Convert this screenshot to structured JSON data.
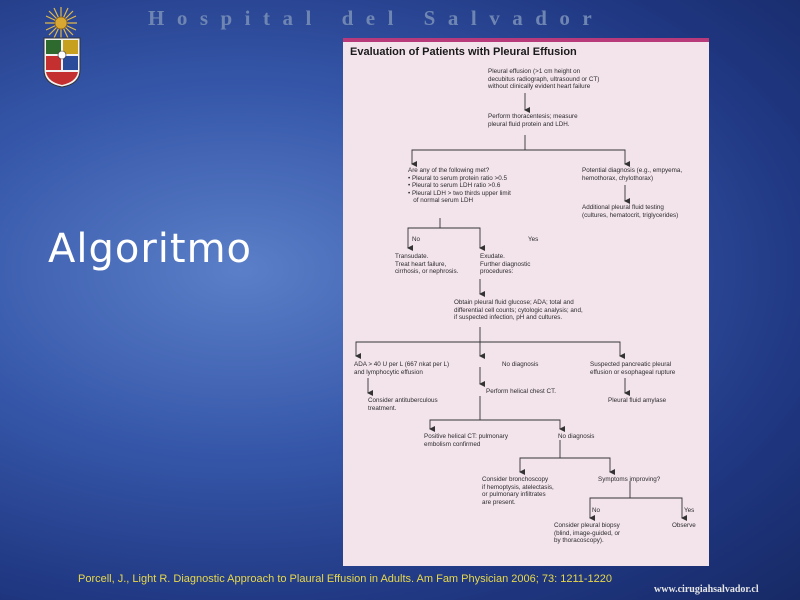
{
  "header": {
    "title": "Hospital del Salvador"
  },
  "slide": {
    "title": "Algoritmo"
  },
  "flowchart": {
    "title": "Evaluation of Patients with Pleural Effusion",
    "start": [
      "Pleural effusion (>1 cm height on",
      "decubitus radiograph, ultrasound or CT)",
      "without clinically evident heart failure"
    ],
    "thoracentesis": [
      "Perform thoracentesis; measure",
      "pleural fluid protein and LDH."
    ],
    "criteria": [
      "Are any of the following met?",
      "• Pleural to serum protein ratio >0.5",
      "• Pleural to serum LDH ratio >0.6",
      "• Pleural LDH > two thirds upper limit",
      "   of normal serum LDH"
    ],
    "potential": [
      "Potential diagnosis (e.g., empyema,",
      "hemothorax, chylothorax)"
    ],
    "additional": [
      "Additional pleural fluid testing",
      "(cultures, hematocrit, triglycerides)"
    ],
    "no_label": "No",
    "yes_label": "Yes",
    "transudate": [
      "Transudate.",
      "Treat heart failure,",
      "cirrhosis, or nephrosis."
    ],
    "exudate": [
      "Exudate.",
      "Further diagnostic",
      "procedures:"
    ],
    "glucose": [
      "Obtain pleural fluid glucose; ADA; total and",
      "differential cell counts; cytologic analysis; and,",
      "if suspected infection, pH and cultures."
    ],
    "ada": [
      "ADA > 40 U per L (667 nkat per L)",
      "and lymphocytic effusion"
    ],
    "no_diagnosis": "No diagnosis",
    "pancreatic": [
      "Suspected pancreatic pleural",
      "effusion or esophageal rupture"
    ],
    "antituberculous": [
      "Consider antituberculous",
      "treatment."
    ],
    "helical_ct": "Perform helical chest CT.",
    "amylase": "Pleural fluid amylase",
    "embolism": [
      "Positive helical CT: pulmonary",
      "embolism confirmed"
    ],
    "no_diagnosis_2": "No diagnosis",
    "bronchoscopy": [
      "Consider bronchoscopy",
      "if hemoptysis, atelectasis,",
      "or pulmonary infiltrates",
      "are present."
    ],
    "symptoms": "Symptoms improving?",
    "biopsy": [
      "Consider pleural biopsy",
      "(blind, image-guided, or",
      "by thoracoscopy)."
    ],
    "observe": "Observe"
  },
  "footer": {
    "citation": "Porcell, J., Light R. Diagnostic Approach to Plaural Effusion in Adults. Am Fam Physician 2006; 73: 1211-1220",
    "website": "www.cirugiahsalvador.cl"
  },
  "colors": {
    "panel_bg": "#f3e4ec",
    "panel_accent": "#b93a7a",
    "citation": "#e8d84a"
  },
  "icons": [
    "sun-icon",
    "crest-icon"
  ]
}
